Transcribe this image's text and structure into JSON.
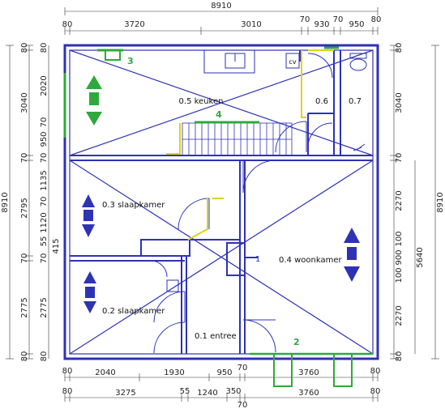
{
  "dimensions": {
    "top_total": "8910",
    "top_row": [
      "80",
      "3720",
      "3010",
      "70",
      "930",
      "70",
      "950",
      "80"
    ],
    "bottom_row1": [
      "2040",
      "1930",
      "950",
      "70",
      "3760",
      "80"
    ],
    "bottom_row2": [
      "80",
      "3275",
      "55",
      "1240",
      "350",
      "70",
      "3760",
      "80"
    ],
    "bottom_row1_start": "80",
    "left_total": "8910",
    "left_outer": [
      "80",
      "3040",
      "70",
      "2795",
      "70",
      "2775",
      "80"
    ],
    "left_inner": [
      "80",
      "2020",
      "70",
      "950",
      "70",
      "1135",
      "70",
      "1120",
      "55",
      "415",
      "70",
      "2775",
      "80"
    ],
    "right_total": "8910",
    "right_outer": [
      "80",
      "3040",
      "70",
      "5640",
      "80"
    ],
    "right_inner": [
      "2270",
      "100",
      "900",
      "100",
      "2270"
    ]
  },
  "rooms": [
    {
      "id": "keuken",
      "label": "0.5 keuken"
    },
    {
      "id": "r06",
      "label": "0.6"
    },
    {
      "id": "r07",
      "label": "0.7"
    },
    {
      "id": "slaapkamer3",
      "label": "0.3 slaapkamer"
    },
    {
      "id": "woonkamer",
      "label": "0.4 woonkamer"
    },
    {
      "id": "slaapkamer2",
      "label": "0.2 slaapkamer"
    },
    {
      "id": "entree",
      "label": "0.1 entree"
    }
  ],
  "markers": {
    "m1": "1",
    "m2": "2",
    "m3": "3",
    "m4": "4"
  },
  "symbols": {
    "cv": "cv"
  },
  "colors": {
    "wall": "#2e32b4",
    "accent_yellow": "#e0d21a",
    "accent_green": "#2fa83c",
    "text": "#111111"
  }
}
